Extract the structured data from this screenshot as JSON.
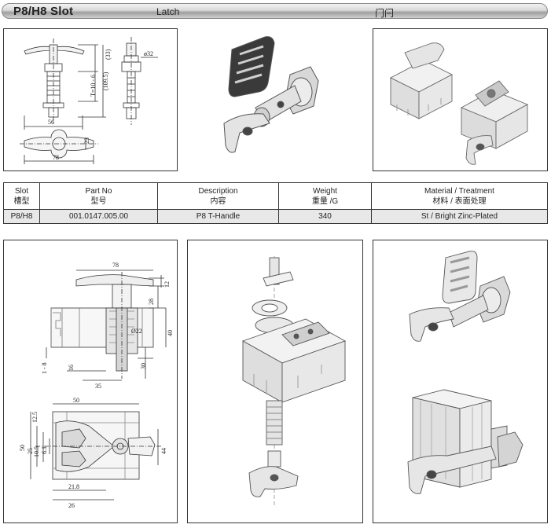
{
  "header": {
    "slot_title": "P8/H8 Slot",
    "product_name": "Latch",
    "product_name_cn": "门闩"
  },
  "drawing_top": {
    "dims": [
      "(33)",
      "T=10 - 6",
      "(109.5)",
      "ø32",
      "56",
      "23",
      "78"
    ]
  },
  "table": {
    "headers": [
      {
        "en": "Slot",
        "cn": "槽型"
      },
      {
        "en": "Part No",
        "cn": "型号"
      },
      {
        "en": "Description",
        "cn": "内容"
      },
      {
        "en": "Weight",
        "cn": "重量 /G"
      },
      {
        "en": "Material / Treatment",
        "cn": "材料 / 表面处理"
      }
    ],
    "rows": [
      {
        "slot": "P8/H8",
        "part_no": "001.0147.005.00",
        "description": "P8 T-Handle",
        "weight": "340",
        "material": "St / Bright Zinc-Plated"
      }
    ]
  },
  "drawing_bottom": {
    "dims_side": [
      "78",
      "12",
      "28",
      "Ø22",
      "40",
      "1 - 8",
      "16",
      "30",
      "35"
    ],
    "dims_plan": [
      "50",
      "12.5",
      "50",
      "25",
      "10.5",
      "6.1",
      "44",
      "21.8",
      "26"
    ]
  }
}
